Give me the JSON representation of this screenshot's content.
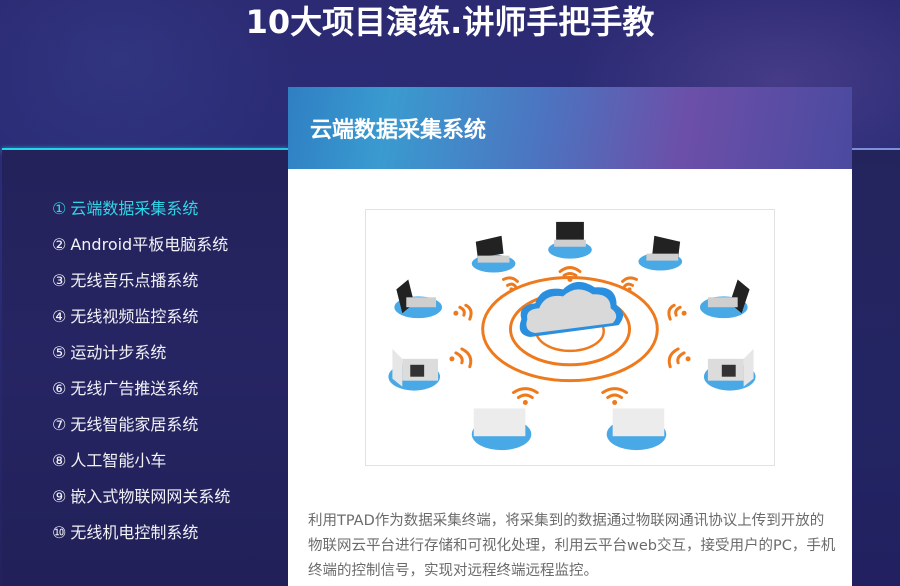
{
  "headline": "10大项目演练.讲师手把手教",
  "menu": {
    "active_index": 0,
    "items": [
      {
        "num": "①",
        "label": "云端数据采集系统"
      },
      {
        "num": "②",
        "label": "Android平板电脑系统"
      },
      {
        "num": "③",
        "label": "无线音乐点播系统"
      },
      {
        "num": "④",
        "label": "无线视频监控系统"
      },
      {
        "num": "⑤",
        "label": "运动计步系统"
      },
      {
        "num": "⑥",
        "label": "无线广告推送系统"
      },
      {
        "num": "⑦",
        "label": "无线智能家居系统"
      },
      {
        "num": "⑧",
        "label": "人工智能小车"
      },
      {
        "num": "⑨",
        "label": "嵌入式物联网网关系统"
      },
      {
        "num": "⑩",
        "label": "无线机电控制系统"
      }
    ]
  },
  "card": {
    "title": "云端数据采集系统",
    "figure_alt": "cloud-network-diagram",
    "description": "利用TPAD作为数据采集终端，将采集到的数据通过物联网通讯协议上传到开放的物联网云平台进行存储和可视化处理，利用云平台web交互，接受用户的PC，手机终端的控制信号，实现对远程终端远程监控。"
  },
  "colors": {
    "accent_cyan": "#22d8ea",
    "active_item": "#2fd6e6",
    "wifi_orange": "#ee7a1e",
    "cloud_blue": "#2b8fe0",
    "base_blue": "#49a9e6"
  }
}
